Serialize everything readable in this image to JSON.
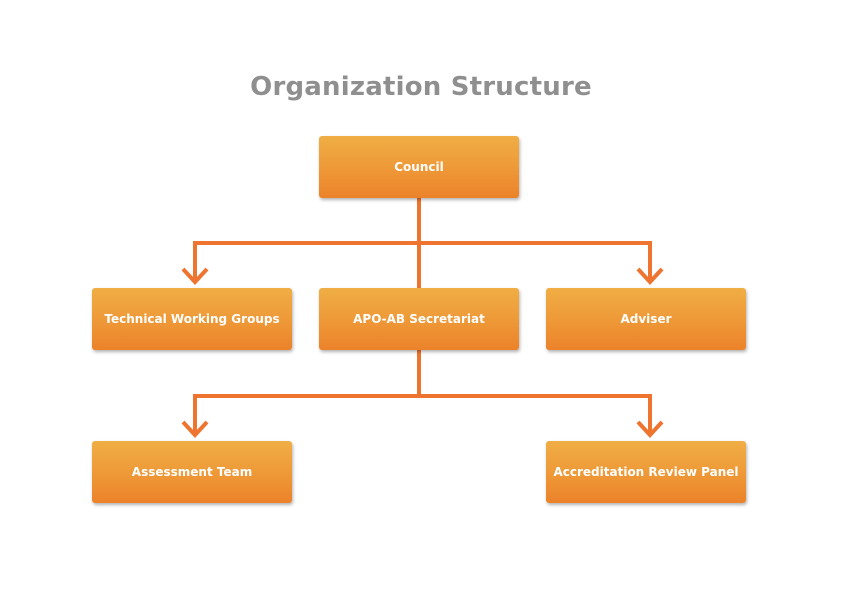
{
  "title": "Organization Structure",
  "colors": {
    "connector": "#ee7430",
    "box_top": "#f0ae45",
    "box_bottom": "#ec822a",
    "title_text": "#8f8f8f",
    "box_text": "#ffffff"
  },
  "nodes": {
    "council": "Council",
    "technical_working_groups": "Technical Working Groups",
    "secretariat": "APO-AB Secretariat",
    "adviser": "Adviser",
    "assessment_team": "Assessment Team",
    "accreditation_review_panel": "Accreditation Review Panel"
  },
  "edges": [
    {
      "from": "council",
      "to": "technical_working_groups"
    },
    {
      "from": "council",
      "to": "secretariat"
    },
    {
      "from": "council",
      "to": "adviser"
    },
    {
      "from": "secretariat",
      "to": "assessment_team"
    },
    {
      "from": "secretariat",
      "to": "accreditation_review_panel"
    }
  ]
}
